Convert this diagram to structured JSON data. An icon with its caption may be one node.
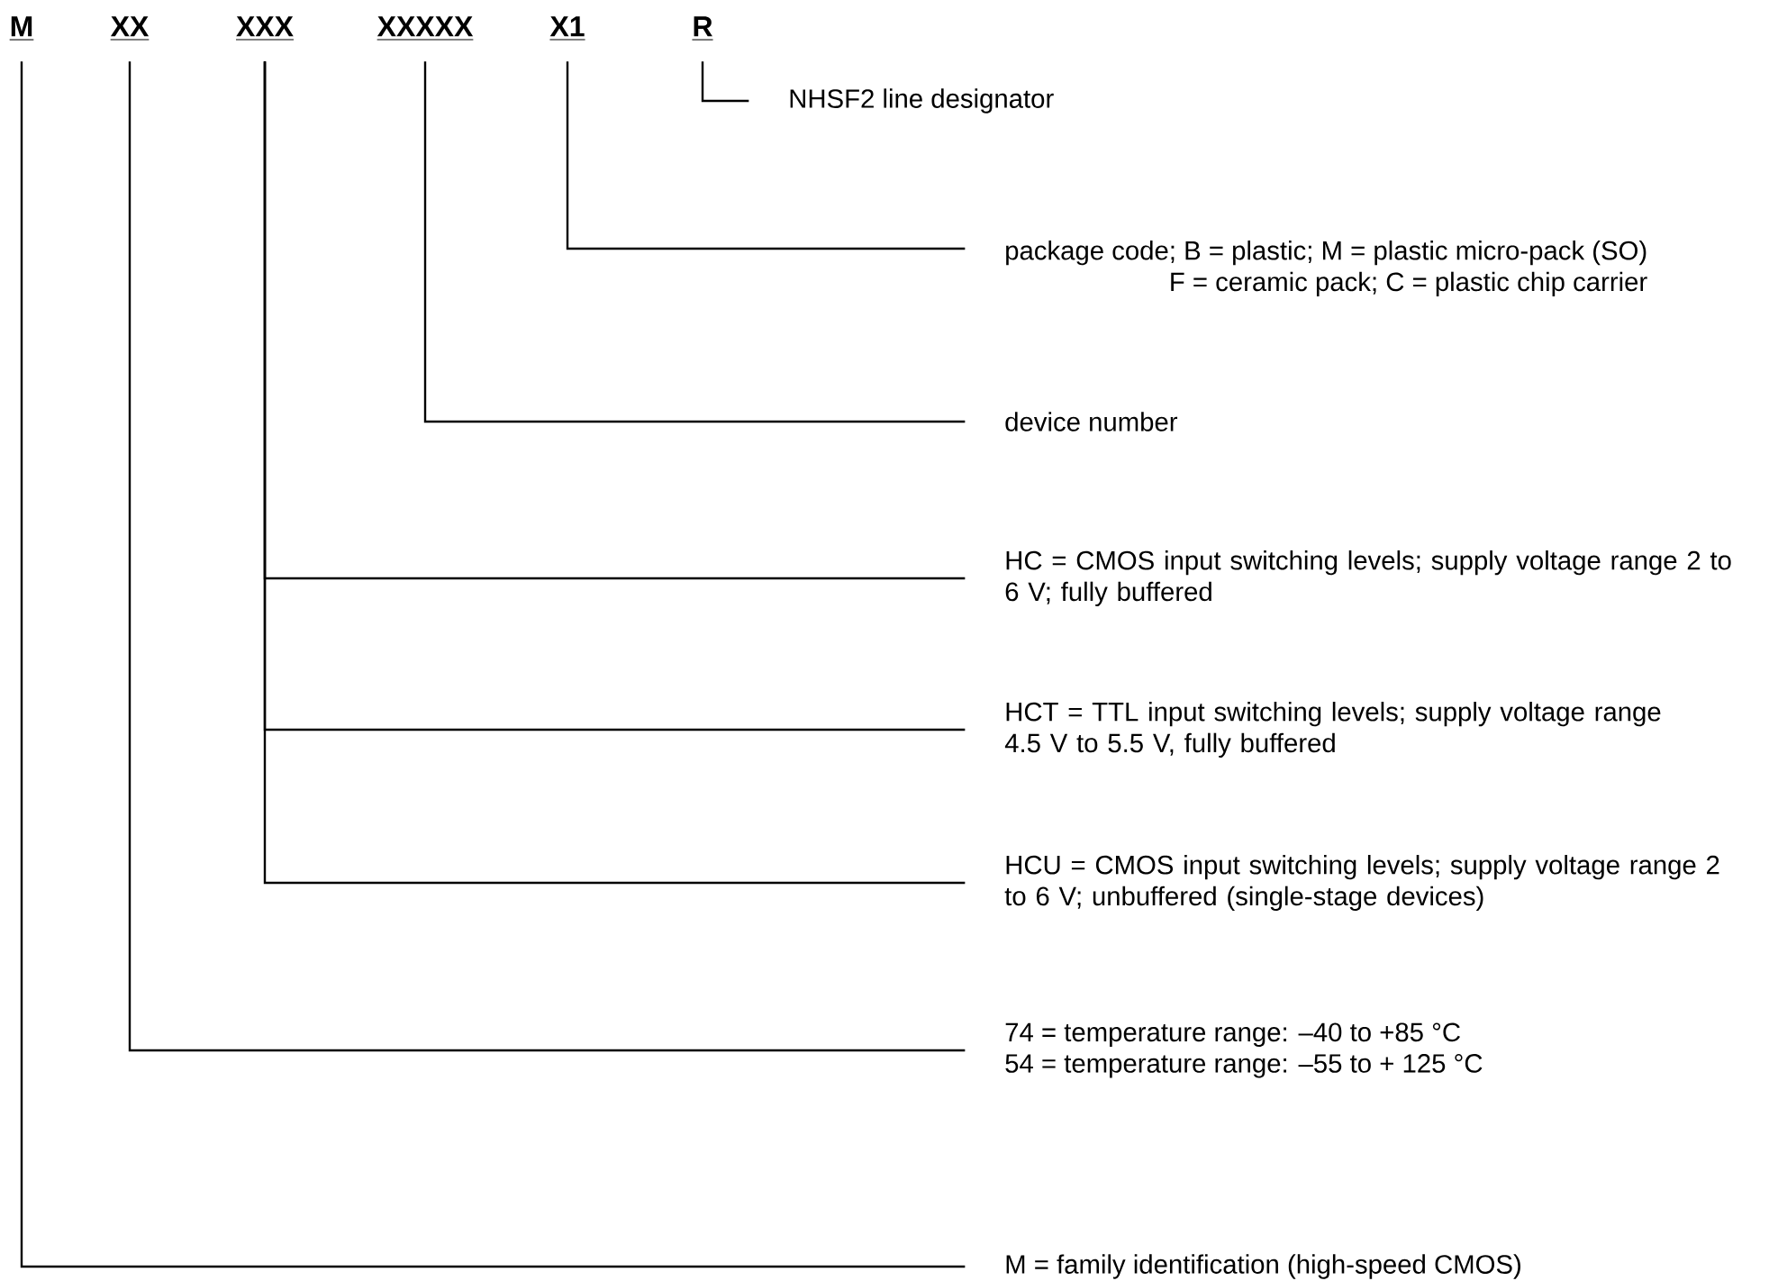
{
  "diagram": {
    "nodes": [
      {
        "text": [
          "M"
        ]
      },
      {
        "text": [
          "XX"
        ]
      },
      {
        "text": [
          "XXX"
        ]
      },
      {
        "text": [
          "XXXXX"
        ]
      },
      {
        "text": [
          "X1"
        ]
      },
      {
        "text": [
          "R"
        ]
      },
      {
        "text": [
          "NHSF2 line designator"
        ]
      },
      {
        "text": [
          "package code; B = plastic; M = plastic micro-pack (SO)",
          "F = ceramic pack; C = plastic chip carrier"
        ]
      },
      {
        "text": [
          "device number"
        ]
      },
      {
        "text": [
          "HC = CMOS input switching levels; supply voltage range 2 to 6 V; fully buffered"
        ]
      },
      {
        "text": [
          "HCT = TTL input switching levels; supply voltage range 4.5 V to 5.5 V, fully buffered"
        ]
      },
      {
        "text": [
          "HCU = CMOS input switching levels; supply voltage range 2 to 6 V; unbuffered (single-stage devices)"
        ]
      },
      {
        "text": [
          "74 = temperature range: –40 to +85 °C",
          "54 = temperature range: –55 to + 125 °C"
        ]
      },
      {
        "text": [
          "M = family identification (high-speed CMOS)"
        ]
      }
    ],
    "edges": [
      {
        "from": 5,
        "to": 6,
        "arrow": "none"
      },
      {
        "from": 4,
        "to": 7,
        "arrow": "none"
      },
      {
        "from": 3,
        "to": 8,
        "arrow": "none"
      },
      {
        "from": 2,
        "to": 9,
        "arrow": "none"
      },
      {
        "from": 2,
        "to": 10,
        "arrow": "none"
      },
      {
        "from": 2,
        "to": 11,
        "arrow": "none"
      },
      {
        "from": 1,
        "to": 12,
        "arrow": "none"
      },
      {
        "from": 0,
        "to": 13,
        "arrow": "none"
      }
    ]
  }
}
